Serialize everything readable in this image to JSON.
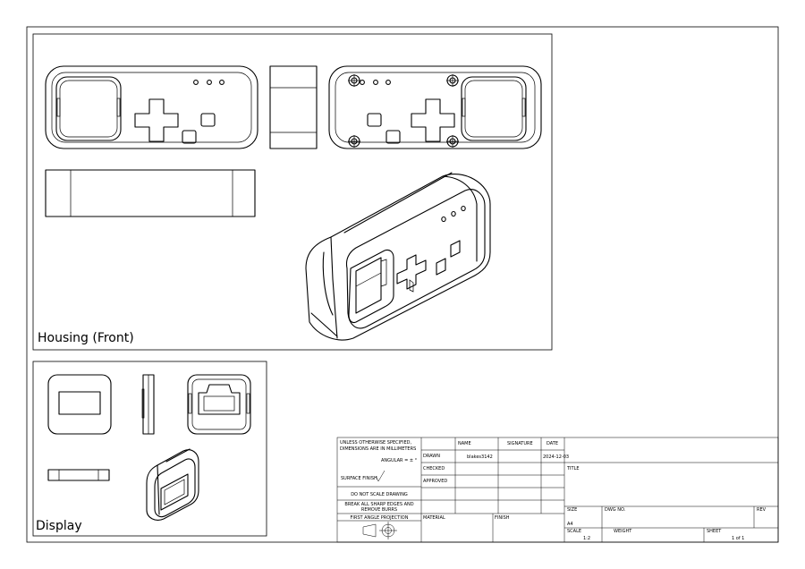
{
  "views": {
    "housing_label": "Housing (Front)",
    "display_label": "Display"
  },
  "title_block": {
    "tolerance_note_line1": "UNLESS OTHERWISE SPECIFIED,",
    "tolerance_note_line2": "DIMENSIONS ARE IN MILLIMETERS",
    "angular_note": "ANGULAR = ± °",
    "surface_finish": "SURFACE FINISH",
    "do_not_scale": "DO NOT SCALE DRAWING",
    "break_edges_line1": "BREAK ALL SHARP EDGES AND",
    "break_edges_line2": "REMOVE BURRS",
    "projection": "FIRST ANGLE PROJECTION",
    "col_name": "NAME",
    "col_signature": "SIGNATURE",
    "col_date": "DATE",
    "row_drawn": "DRAWN",
    "row_checked": "CHECKED",
    "row_approved": "APPROVED",
    "drawn_name": "blakes3142",
    "drawn_date": "2024-12-03",
    "title_label": "TITLE",
    "material_label": "MATERIAL",
    "finish_label": "FINISH",
    "size_label": "SIZE",
    "size_value": "A4",
    "dwg_no_label": "DWG NO.",
    "rev_label": "REV",
    "scale_label": "SCALE",
    "scale_value": "1:2",
    "weight_label": "WEIGHT",
    "sheet_label": "SHEET",
    "sheet_value": "1 of 1"
  }
}
